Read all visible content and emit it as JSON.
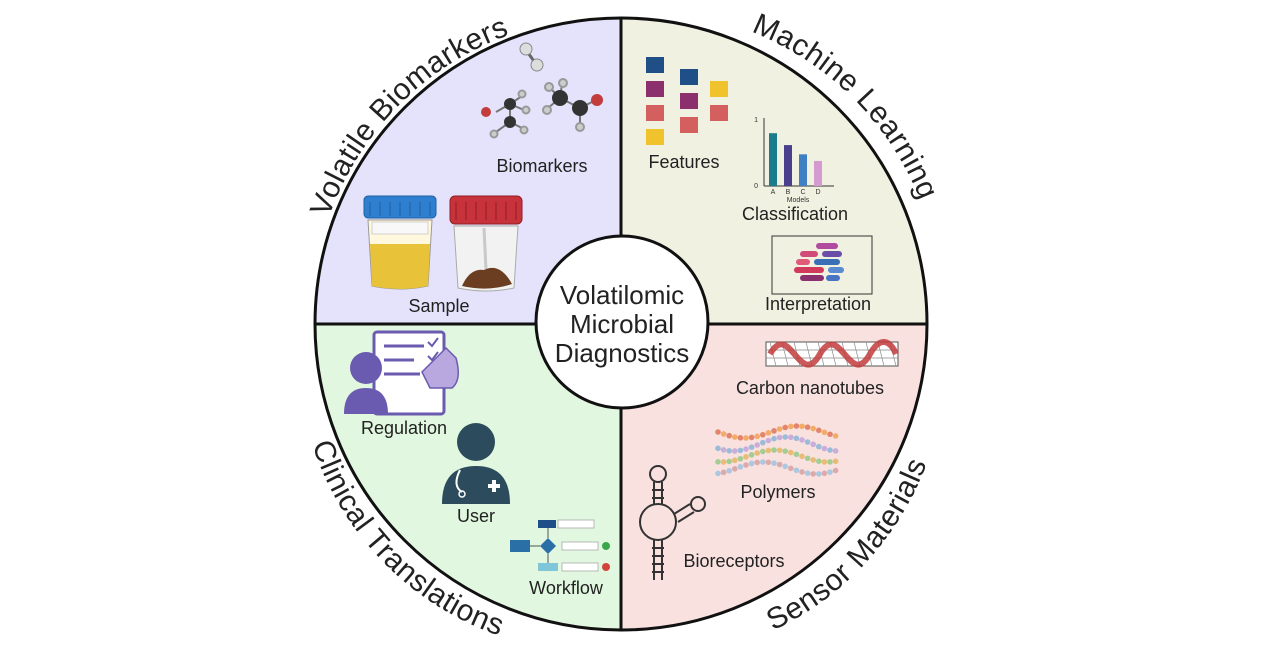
{
  "center": {
    "lines": [
      "Volatilomic",
      "Microbial",
      "Diagnostics"
    ]
  },
  "quadrants": {
    "top_left": {
      "title": "Volatile Biomarkers",
      "color": "#e4e3fb",
      "labels": {
        "biomarkers": "Biomarkers",
        "sample": "Sample"
      }
    },
    "top_right": {
      "title": "Machine Learning",
      "color": "#f1f1e2",
      "labels": {
        "features": "Features",
        "classification": "Classification",
        "interpretation": "Interpretation"
      },
      "mini_chart": {
        "categories": [
          "A",
          "B",
          "C",
          "D"
        ],
        "values": [
          0.8,
          0.62,
          0.48,
          0.38
        ],
        "ylim": [
          0,
          1
        ],
        "y_ticks": [
          "0",
          "1"
        ],
        "xlabel": "Models",
        "colors": [
          "#1b7d8c",
          "#4a3f8c",
          "#3f7fc4",
          "#d59bd0"
        ]
      }
    },
    "bottom_left": {
      "title": "Clinical Translations",
      "color": "#e1f7df",
      "labels": {
        "regulation": "Regulation",
        "user": "User",
        "workflow": "Workflow"
      }
    },
    "bottom_right": {
      "title": "Sensor Materials",
      "color": "#f9e1e0",
      "labels": {
        "carbon_nanotubes": "Carbon nanotubes",
        "polymers": "Polymers",
        "bioreceptors": "Bioreceptors"
      }
    }
  },
  "colors": {
    "outline": "#111111",
    "purple": "#6b5bb0",
    "teal": "#2c4b5c",
    "blue": "#2a6fa5",
    "magenta": "#8b2f6d",
    "coral": "#d3605f",
    "yellow": "#f0c22b",
    "red_cap": "#c8323a",
    "blue_cap": "#2f7fd0"
  }
}
